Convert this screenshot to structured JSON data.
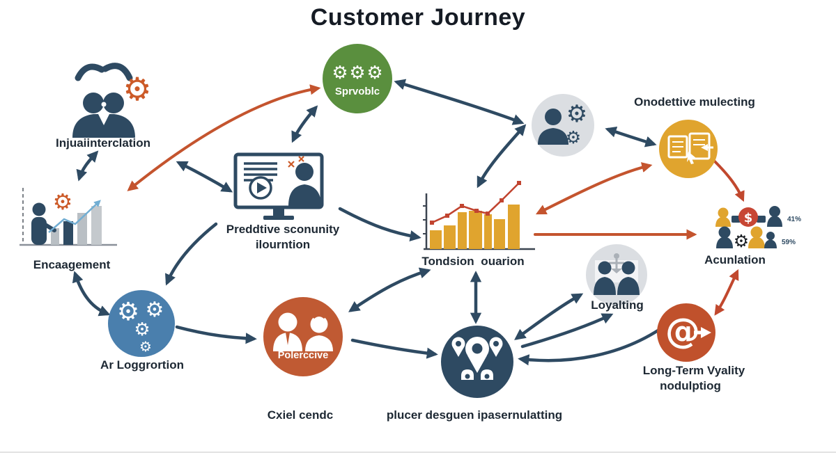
{
  "title": "Customer Journey",
  "icons": {
    "gear": "⚙",
    "dollar": "$",
    "at": "@"
  },
  "nodes": {
    "intake": {
      "label": "Injuaiinterclation"
    },
    "engagement": {
      "label": "Encaagement"
    },
    "service": {
      "label": "Sprvoblc"
    },
    "predictive": {
      "line1": "Preddtive sconunity",
      "line2": "ilourntion"
    },
    "conversion": {
      "label": "Tondsion ouarion"
    },
    "marketing": {
      "label": "Onodettive mulecting"
    },
    "acquisition": {
      "label": "Acunlation",
      "stat_top": "41%",
      "stat_bottom": "59%"
    },
    "loyalty": {
      "label": "Loyalting"
    },
    "aggregation": {
      "label": "Ar Loggrortion"
    },
    "audience": {
      "circle_label": "Polerccive",
      "label": "Cxiel cendc"
    },
    "personalization": {
      "label": "plucer desguen ipasernulatting"
    },
    "longterm": {
      "line1": "Long-Term Vyality",
      "line2": "nodulptiog"
    }
  },
  "colors": {
    "navy": "#2e4a62",
    "orange_arrow": "#c4542e",
    "green_circle": "#5a8f3e",
    "gold": "#e0a42e",
    "blue_circle": "#4a7fad",
    "rust_circle": "#c0512c",
    "gray_circle": "#dbdee2",
    "trend_blue": "#72aed3",
    "chart_red": "#c14430"
  }
}
